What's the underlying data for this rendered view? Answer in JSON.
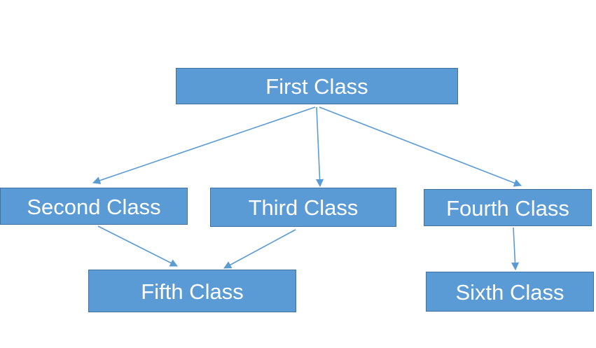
{
  "nodes": {
    "first": "First Class",
    "second": "Second Class",
    "third": "Third Class",
    "fourth": "Fourth Class",
    "fifth": "Fifth Class",
    "sixth": "Sixth Class"
  },
  "edges": [
    {
      "from": "first",
      "to": "second"
    },
    {
      "from": "first",
      "to": "third"
    },
    {
      "from": "first",
      "to": "fourth"
    },
    {
      "from": "second",
      "to": "fifth"
    },
    {
      "from": "third",
      "to": "fifth"
    },
    {
      "from": "fourth",
      "to": "sixth"
    }
  ],
  "colors": {
    "node_fill": "#5b9bd5",
    "node_border": "#41719c",
    "node_text": "#ffffff",
    "edge": "#5b9bd5"
  }
}
